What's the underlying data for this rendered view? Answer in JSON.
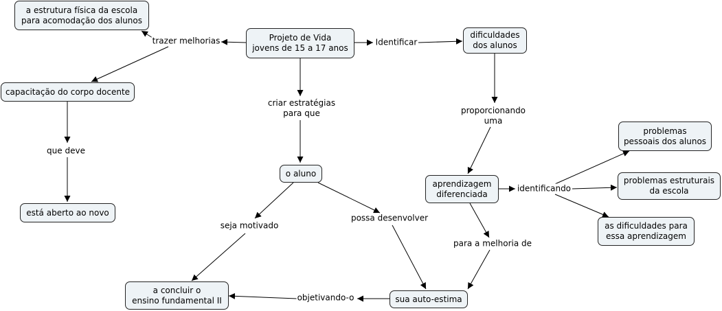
{
  "concepts": {
    "projeto": "Projeto de Vida\njovens de 15 a 17 anos",
    "estrutura": "a estrutura física da escola\npara acomodação dos alunos",
    "capacitacao": "capacitação do corpo docente",
    "aberto": "está aberto ao novo",
    "dificuldades": "dificuldades\ndos alunos",
    "aluno": "o aluno",
    "aprendizagem": "aprendizagem\ndiferenciada",
    "problemas_pessoais": "problemas\npessoais dos alunos",
    "problemas_estruturais": "problemas estruturais\nda escola",
    "dificuldades_aprendizagem": "as dificuldades para\nessa aprendizagem",
    "concluir": "a concluir o\nensino fundamental II",
    "autoestima": "sua auto-estima"
  },
  "links": {
    "trazer": "trazer melhorias",
    "identificar": "Identificar",
    "criar": "criar estratégias\npara que",
    "proporcionando": "proporcionando\numa",
    "que_deve": "que deve",
    "identificando": "identificando",
    "seja_motivado": "seja motivado",
    "possa": "possa desenvolver",
    "melhoria": "para a melhoria de",
    "objetivando": "objetivando-o"
  }
}
